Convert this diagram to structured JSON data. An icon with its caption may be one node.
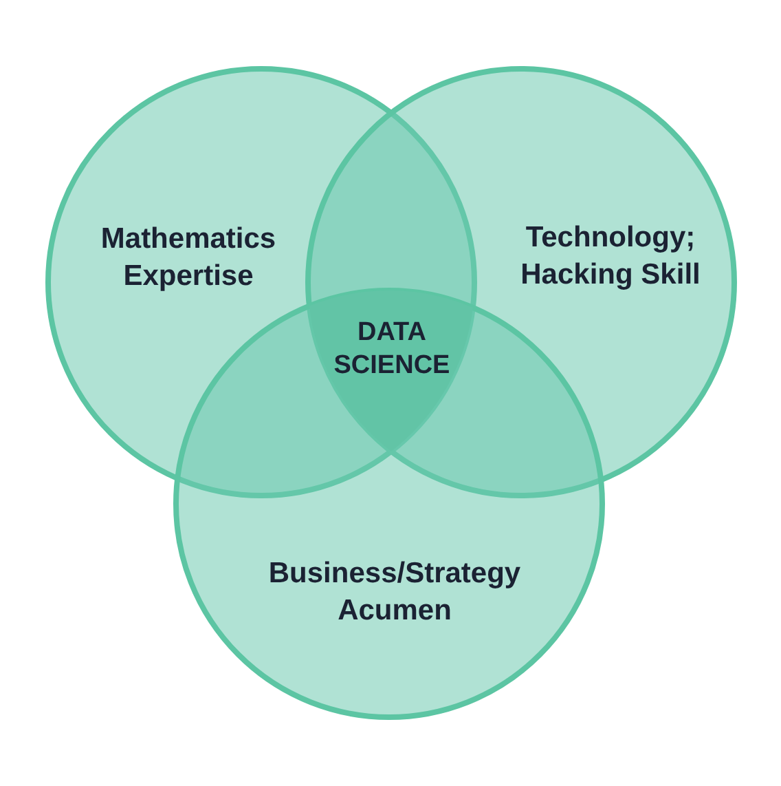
{
  "diagram": {
    "nodes": [
      {
        "text": [
          "Mathematics Expertise"
        ]
      },
      {
        "text": [
          "Technology; Hacking Skill"
        ]
      },
      {
        "text": [
          "Business/Strategy Acumen"
        ]
      },
      {
        "text": [
          "DATA SCIENCE"
        ]
      }
    ]
  }
}
